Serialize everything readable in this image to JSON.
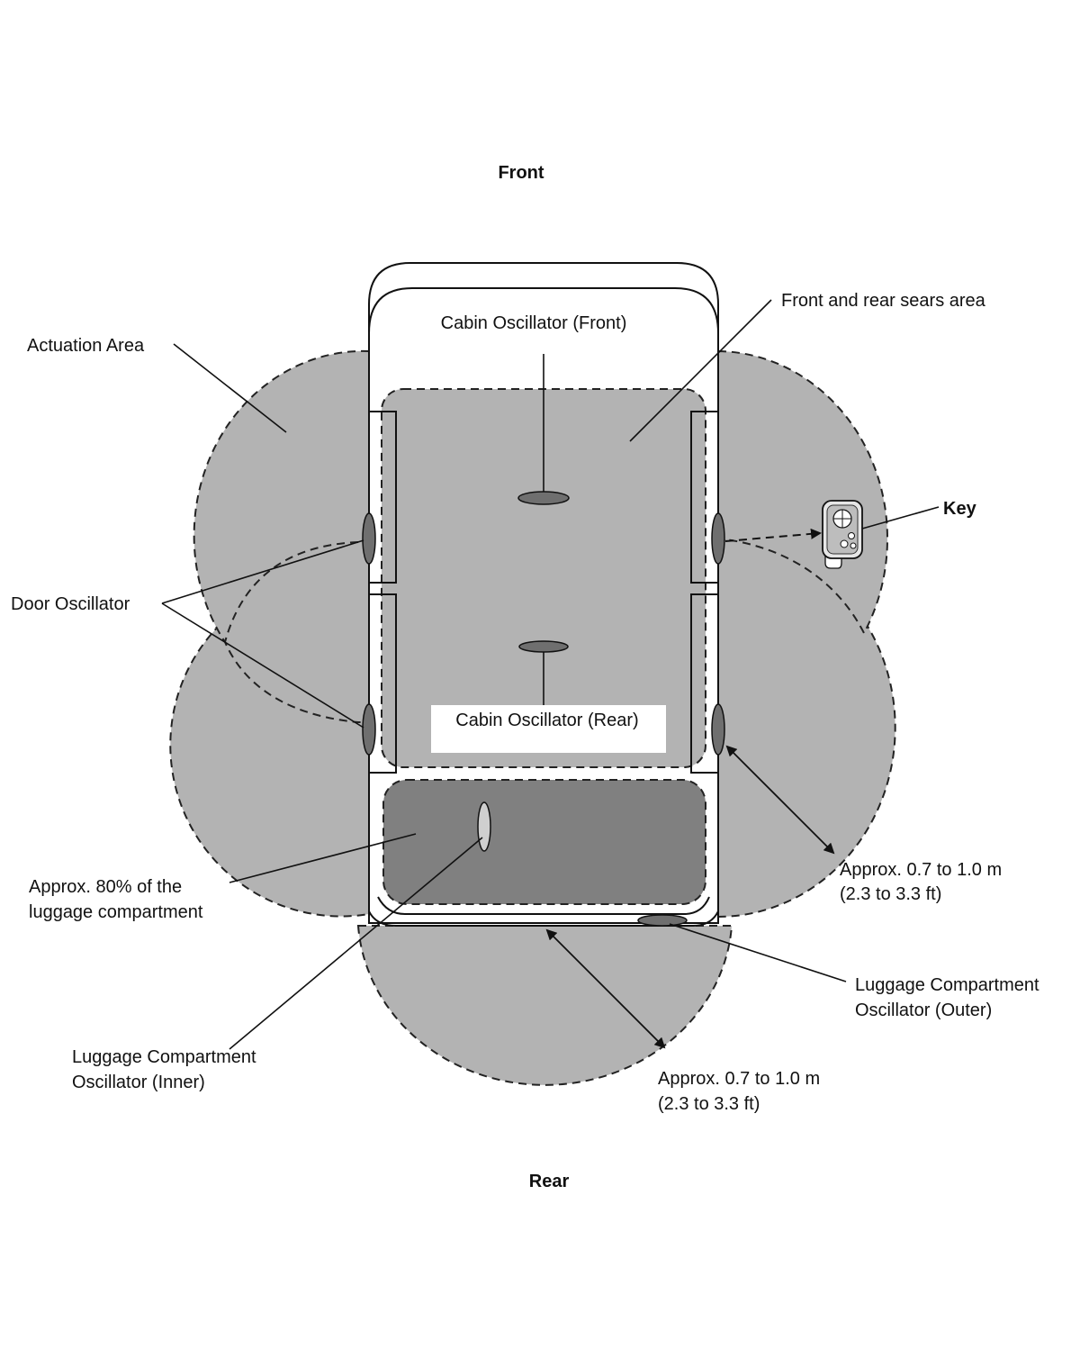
{
  "labels": {
    "front": "Front",
    "rear": "Rear",
    "actuation_area": "Actuation Area",
    "cabin_osc_front": "Cabin Oscillator (Front)",
    "front_rear_seats_area": "Front and rear sears area",
    "key": "Key",
    "door_oscillator": "Door Oscillator",
    "cabin_osc_rear": "Cabin Oscillator (Rear)",
    "luggage_80_line1": "Approx. 80% of the",
    "luggage_80_line2": "luggage compartment",
    "range_side_line1": "Approx. 0.7 to 1.0 m",
    "range_side_line2": "(2.3 to 3.3 ft)",
    "luggage_outer_line1": "Luggage Compartment",
    "luggage_outer_line2": "Oscillator (Outer)",
    "luggage_inner_line1": "Luggage Compartment",
    "luggage_inner_line2": "Oscillator (Inner)",
    "range_rear_line1": "Approx. 0.7 to 1.0 m",
    "range_rear_line2": "(2.3 to 3.3 ft)"
  },
  "colors": {
    "actuation_zone": "#b3b3b3",
    "cabin_zone": "#b3b3b3",
    "luggage_zone": "#808080",
    "oscillator": "#6f6f6f"
  }
}
